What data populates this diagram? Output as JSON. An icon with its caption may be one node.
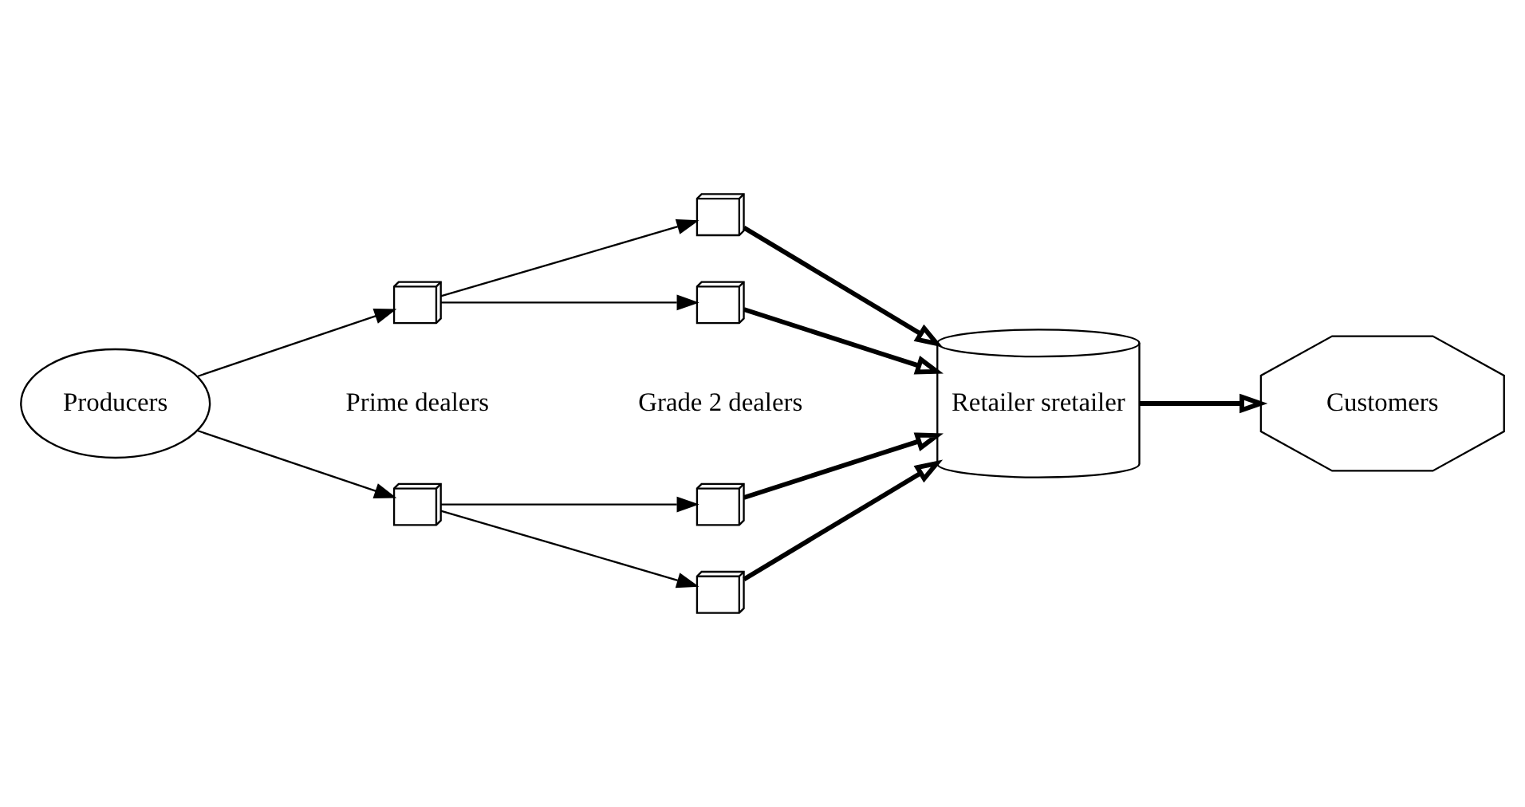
{
  "diagram": {
    "nodes": [
      {
        "text": [
          "Producers"
        ]
      },
      {
        "text": [],
        "shape": "box"
      },
      {
        "text": [],
        "shape": "box"
      },
      {
        "text": [],
        "shape": "box"
      },
      {
        "text": [],
        "shape": "box"
      },
      {
        "text": [],
        "shape": "box"
      },
      {
        "text": [],
        "shape": "box"
      },
      {
        "text": [
          "Retailer sretailer"
        ]
      },
      {
        "text": [
          "Customers"
        ]
      }
    ],
    "edges": [
      {
        "from": 0,
        "to": 1,
        "arrow": "to"
      },
      {
        "from": 0,
        "to": 2,
        "arrow": "to"
      },
      {
        "from": 1,
        "to": 3,
        "arrow": "to"
      },
      {
        "from": 1,
        "to": 4,
        "arrow": "to"
      },
      {
        "from": 2,
        "to": 5,
        "arrow": "to"
      },
      {
        "from": 2,
        "to": 6,
        "arrow": "to"
      },
      {
        "from": 3,
        "to": 7,
        "arrow": "to",
        "style": "thick"
      },
      {
        "from": 4,
        "to": 7,
        "arrow": "to",
        "style": "thick"
      },
      {
        "from": 5,
        "to": 7,
        "arrow": "to",
        "style": "thick"
      },
      {
        "from": 6,
        "to": 7,
        "arrow": "to",
        "style": "thick"
      },
      {
        "from": 7,
        "to": 8,
        "arrow": "to",
        "style": "thick"
      }
    ],
    "labels": [
      "Prime dealers",
      "Grade 2 dealers"
    ]
  }
}
